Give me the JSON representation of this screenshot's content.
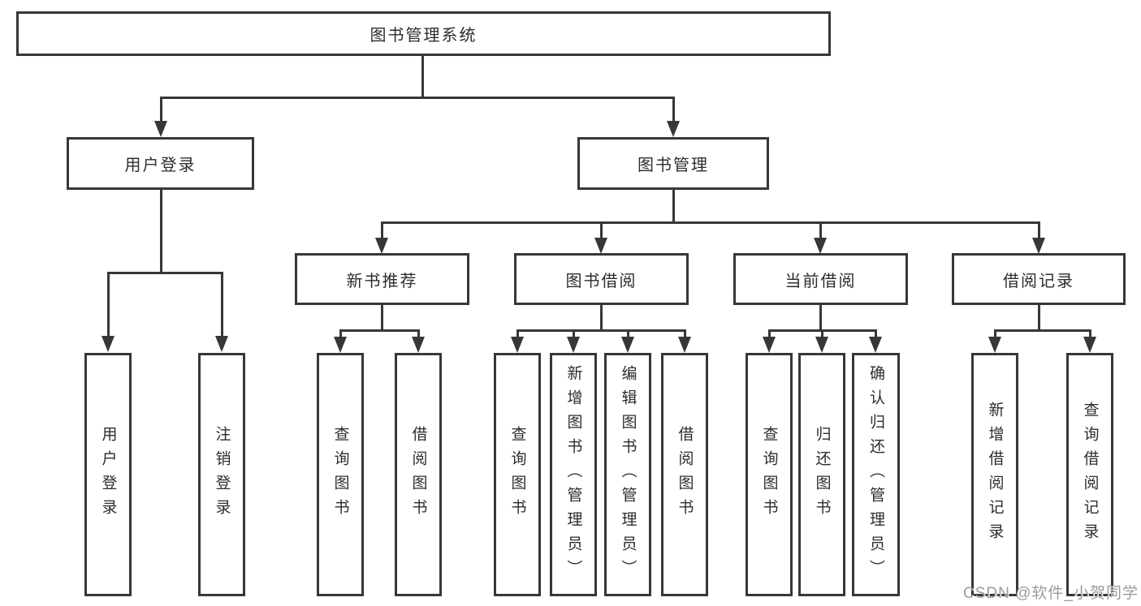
{
  "diagram": {
    "title": "图书管理系统",
    "root": "图书管理系统",
    "branches": [
      {
        "label": "用户登录",
        "children": [
          "用户登录",
          "注销登录"
        ]
      },
      {
        "label": "图书管理",
        "sections": [
          {
            "label": "新书推荐",
            "children": [
              "查询图书",
              "借阅图书"
            ]
          },
          {
            "label": "图书借阅",
            "children": [
              "查询图书",
              "新增图书（管理员）",
              "编辑图书（管理员）",
              "借阅图书"
            ]
          },
          {
            "label": "当前借阅",
            "children": [
              "查询图书",
              "归还图书",
              "确认归还（管理员）"
            ]
          },
          {
            "label": "借阅记录",
            "children": [
              "新增借阅记录",
              "查询借阅记录"
            ]
          }
        ]
      }
    ]
  },
  "colors": {
    "line": "#373737",
    "text": "#2d2d2d",
    "background": "#ffffff",
    "watermark": "#9b9b9b"
  },
  "watermark": {
    "text": "CSDN @软件_小贺同学"
  }
}
